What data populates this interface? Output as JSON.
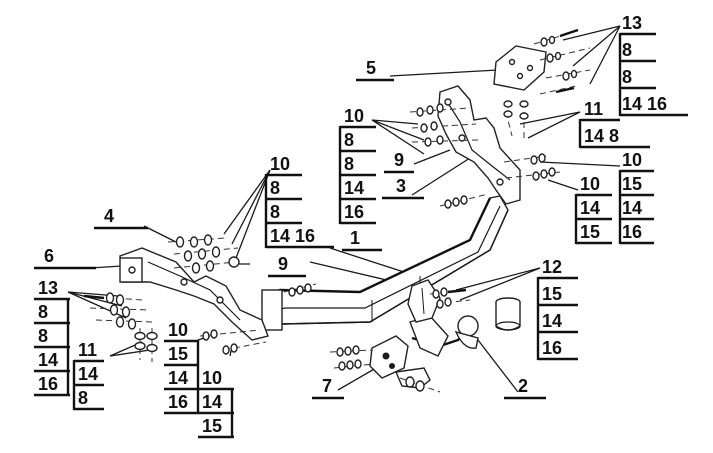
{
  "callouts": [
    {
      "id": "c1",
      "text": "1"
    },
    {
      "id": "c2",
      "text": "2"
    },
    {
      "id": "c3",
      "text": "3"
    },
    {
      "id": "c4",
      "text": "4"
    },
    {
      "id": "c5",
      "text": "5"
    },
    {
      "id": "c6",
      "text": "6"
    },
    {
      "id": "c7",
      "text": "7"
    },
    {
      "id": "c9a",
      "text": "9"
    },
    {
      "id": "c9b",
      "text": "9"
    }
  ],
  "stacks": [
    {
      "id": "s13a",
      "items": [
        "13",
        "8",
        "8",
        "14 16"
      ]
    },
    {
      "id": "s11a",
      "items": [
        "11",
        "14 8"
      ]
    },
    {
      "id": "s10a",
      "items": [
        "10",
        "8",
        "8",
        "14",
        "16"
      ]
    },
    {
      "id": "s10b",
      "items": [
        "10",
        "15",
        "14",
        "16"
      ]
    },
    {
      "id": "s10c",
      "items": [
        "10",
        "14",
        "15"
      ]
    },
    {
      "id": "s10d",
      "items": [
        "10",
        "8",
        "8",
        "14 16"
      ]
    },
    {
      "id": "s12",
      "items": [
        "12",
        "15",
        "14",
        "16"
      ]
    },
    {
      "id": "s13b",
      "items": [
        "13",
        "8",
        "8",
        "14",
        "16"
      ]
    },
    {
      "id": "s11b",
      "items": [
        "11",
        "14",
        "8"
      ]
    },
    {
      "id": "s10e",
      "items": [
        "10",
        "15",
        "14",
        "16"
      ]
    },
    {
      "id": "s10f",
      "items": [
        "10",
        "14",
        "15"
      ]
    }
  ],
  "colors": {
    "ink": "#111111",
    "paper": "#ffffff"
  }
}
